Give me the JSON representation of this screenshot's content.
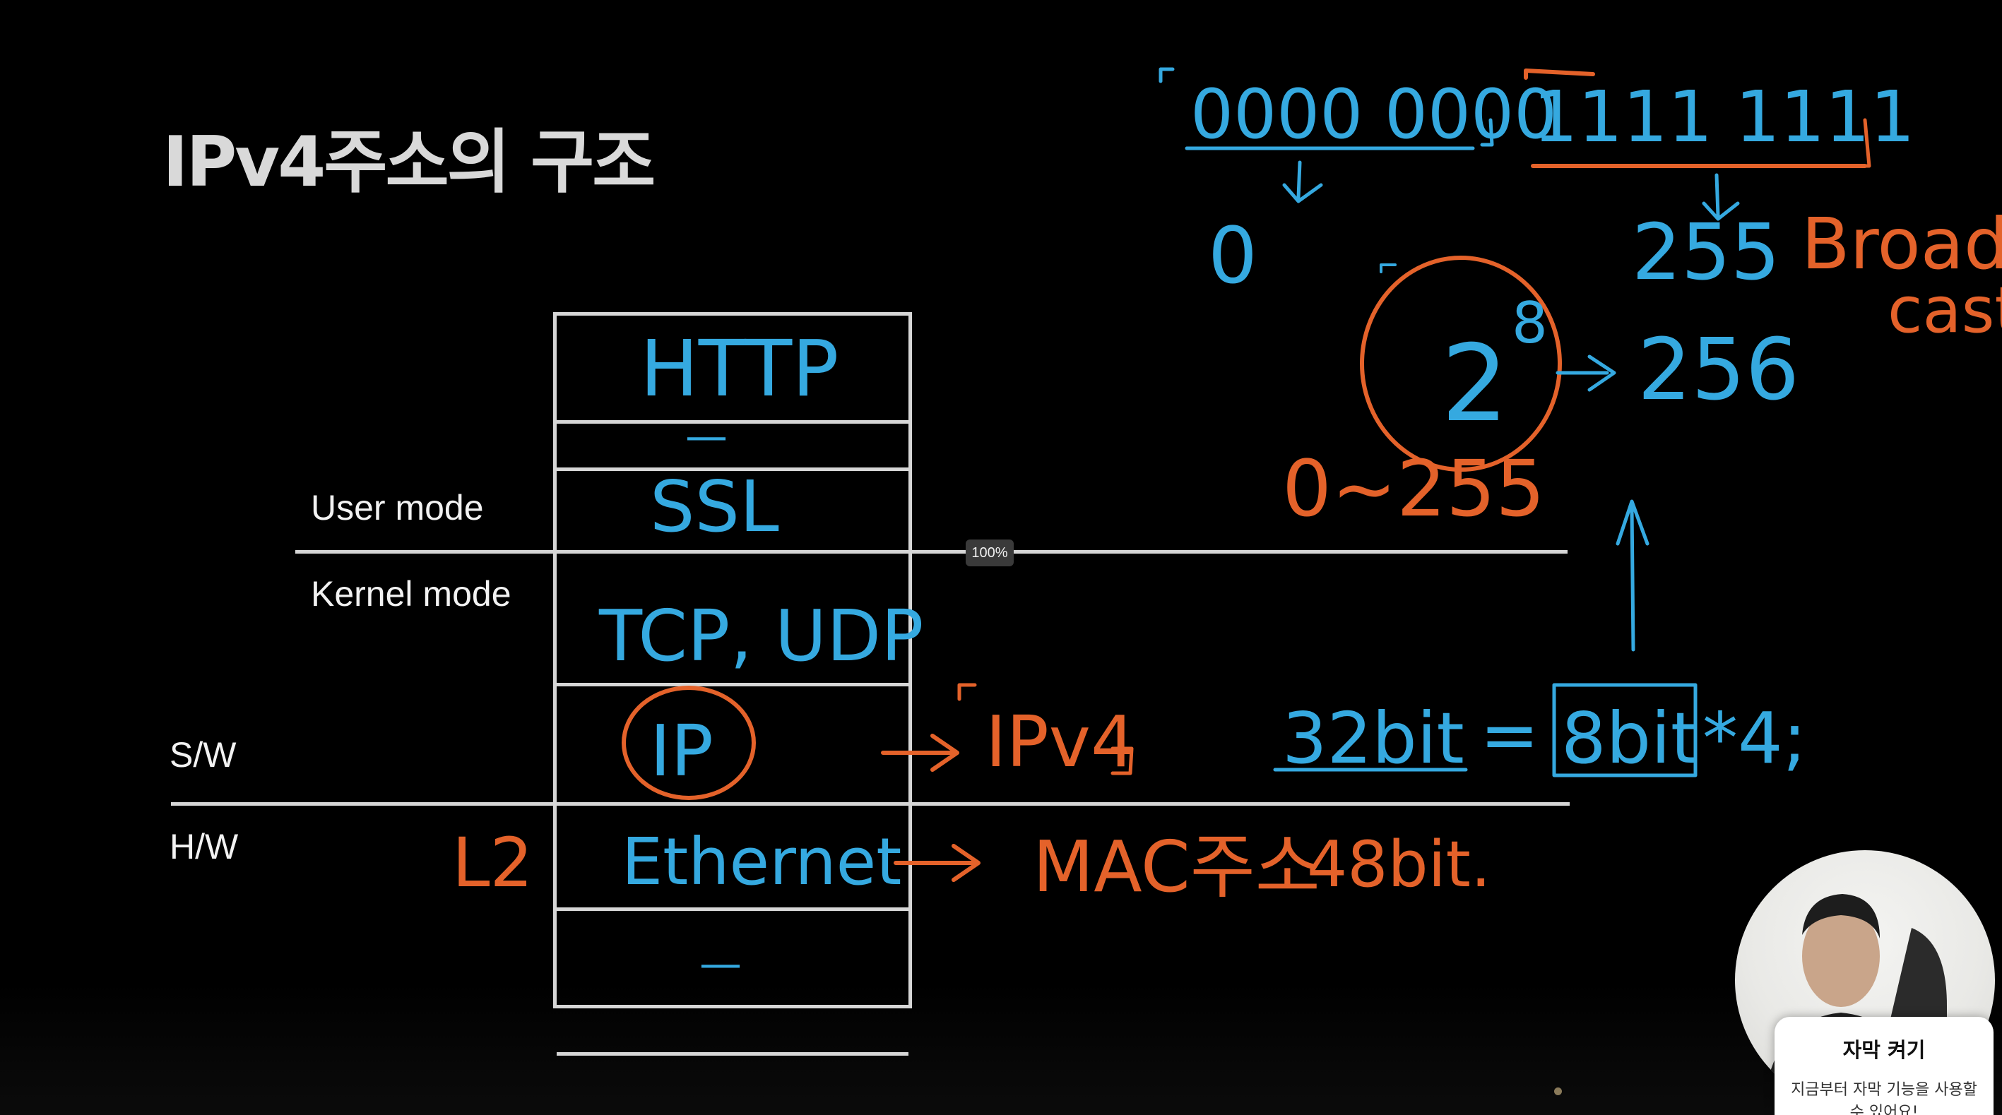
{
  "slide": {
    "title": "IPv4주소의 구조",
    "labels": {
      "user_mode": "User mode",
      "kernel_mode": "Kernel mode",
      "sw": "S/W",
      "hw": "H/W"
    },
    "stack_layers": [
      "HTTP",
      "—",
      "SSL",
      "TCP, UDP",
      "IP",
      "Ethernet",
      "—"
    ]
  },
  "annotations": {
    "binary_zero": "0000 0000",
    "binary_one": "1111 1111",
    "zero": "0",
    "twofiftyfive": "255",
    "broadcast_1": "Broad",
    "broadcast_2": "cast",
    "two": "2",
    "eight": "8",
    "twofiftysix": "256",
    "range": "0~255",
    "ipv4": "IPv4",
    "formula_bits": "32bit",
    "formula_eq": "=",
    "formula_box": "8bit",
    "formula_rest": "*4;",
    "mac": "MAC주소",
    "mac_bits": "48bit.",
    "l2": "L2"
  },
  "zoom": {
    "level": "100%"
  },
  "captions": {
    "title": "자막 켜기",
    "description": "지금부터 자막 기능을 사용할 수 있어요!"
  },
  "colors": {
    "pen_blue": "#35a9e0",
    "pen_orange": "#e4622a",
    "line_gray": "#d6d6d6"
  }
}
